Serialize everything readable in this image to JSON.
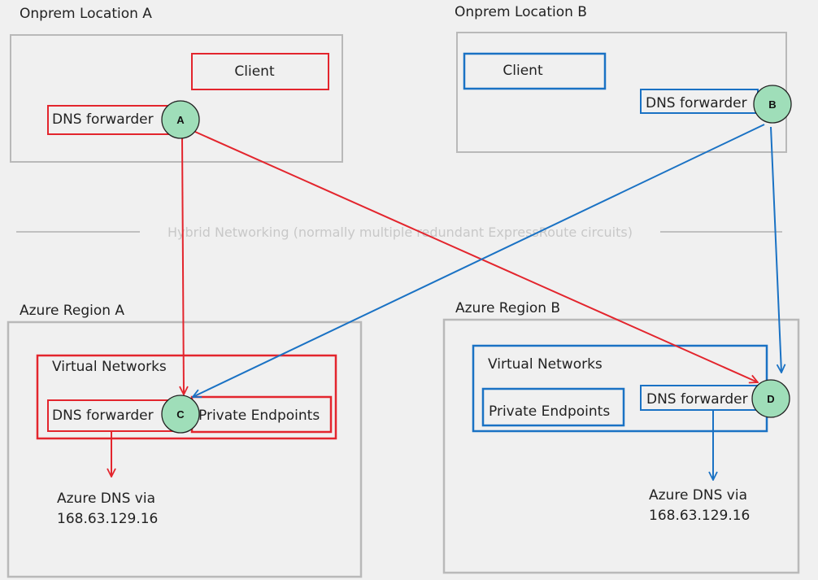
{
  "colors": {
    "red": "#e3252d",
    "blue": "#1a72c4",
    "gray_border": "#b9b9b9",
    "node_fill": "#9fdeb9",
    "divider": "#c0c0c0"
  },
  "regions": {
    "onprem_a": "Onprem Location A",
    "onprem_b": "Onprem Location B",
    "azure_a": "Azure Region A",
    "azure_b": "Azure Region B"
  },
  "hybrid_label": "Hybrid Networking (normally multiple redundant ExpressRoute circuits)",
  "onprem_a": {
    "client": "Client",
    "dns_forwarder": "DNS forwarder"
  },
  "onprem_b": {
    "client": "Client",
    "dns_forwarder": "DNS forwarder"
  },
  "azure_a": {
    "vnet": "Virtual Networks",
    "dns_forwarder": "DNS forwarder",
    "private_endpoints": "Private Endpoints",
    "azure_dns_line1": "Azure DNS via",
    "azure_dns_line2": "168.63.129.16"
  },
  "azure_b": {
    "vnet": "Virtual Networks",
    "dns_forwarder": "DNS forwarder",
    "private_endpoints": "Private Endpoints",
    "azure_dns_line1": "Azure DNS via",
    "azure_dns_line2": "168.63.129.16"
  },
  "nodes": {
    "a": "A",
    "b": "B",
    "c": "C",
    "d": "D"
  }
}
